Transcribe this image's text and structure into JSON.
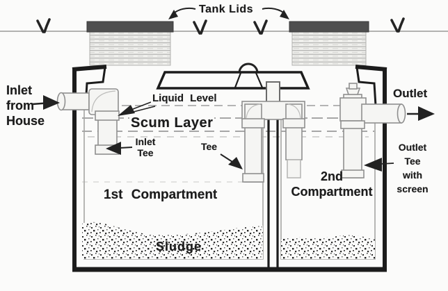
{
  "figure": {
    "type": "septic-tank-cross-section-diagram",
    "compartments": 2
  },
  "labels": {
    "tank_lids": "Tank Lids",
    "inlet_from_house": [
      "Inlet",
      "from",
      "House"
    ],
    "liquid_level": "Liquid Level",
    "scum_layer": "Scum Layer",
    "inlet_tee": [
      "Inlet",
      "Tee"
    ],
    "middle_tee": "Tee",
    "first_compartment": "1st Compartment",
    "second_compartment": [
      "2nd",
      "Compartment"
    ],
    "outlet": "Outlet",
    "outlet_tee": [
      "Outlet",
      "Tee",
      "with",
      "screen"
    ],
    "sludge": "Sludge"
  },
  "icons": {
    "grass_tuft": "grass-sprig-v-shape",
    "dome_handle": "lid-lift-handle",
    "arrows": "hand-drawn-pointer-arrows"
  },
  "colors": {
    "ink": "#1c1c1c",
    "background": "#fbfbfa",
    "riser_cap": "#4f4f4f",
    "riser_fill": "#efefec",
    "pipe_fill": "#f5f5f3",
    "pipe_stroke": "#8f8f8f",
    "scum_line": "#8a8a8a",
    "sludge_dot": "#2a2a2a"
  }
}
